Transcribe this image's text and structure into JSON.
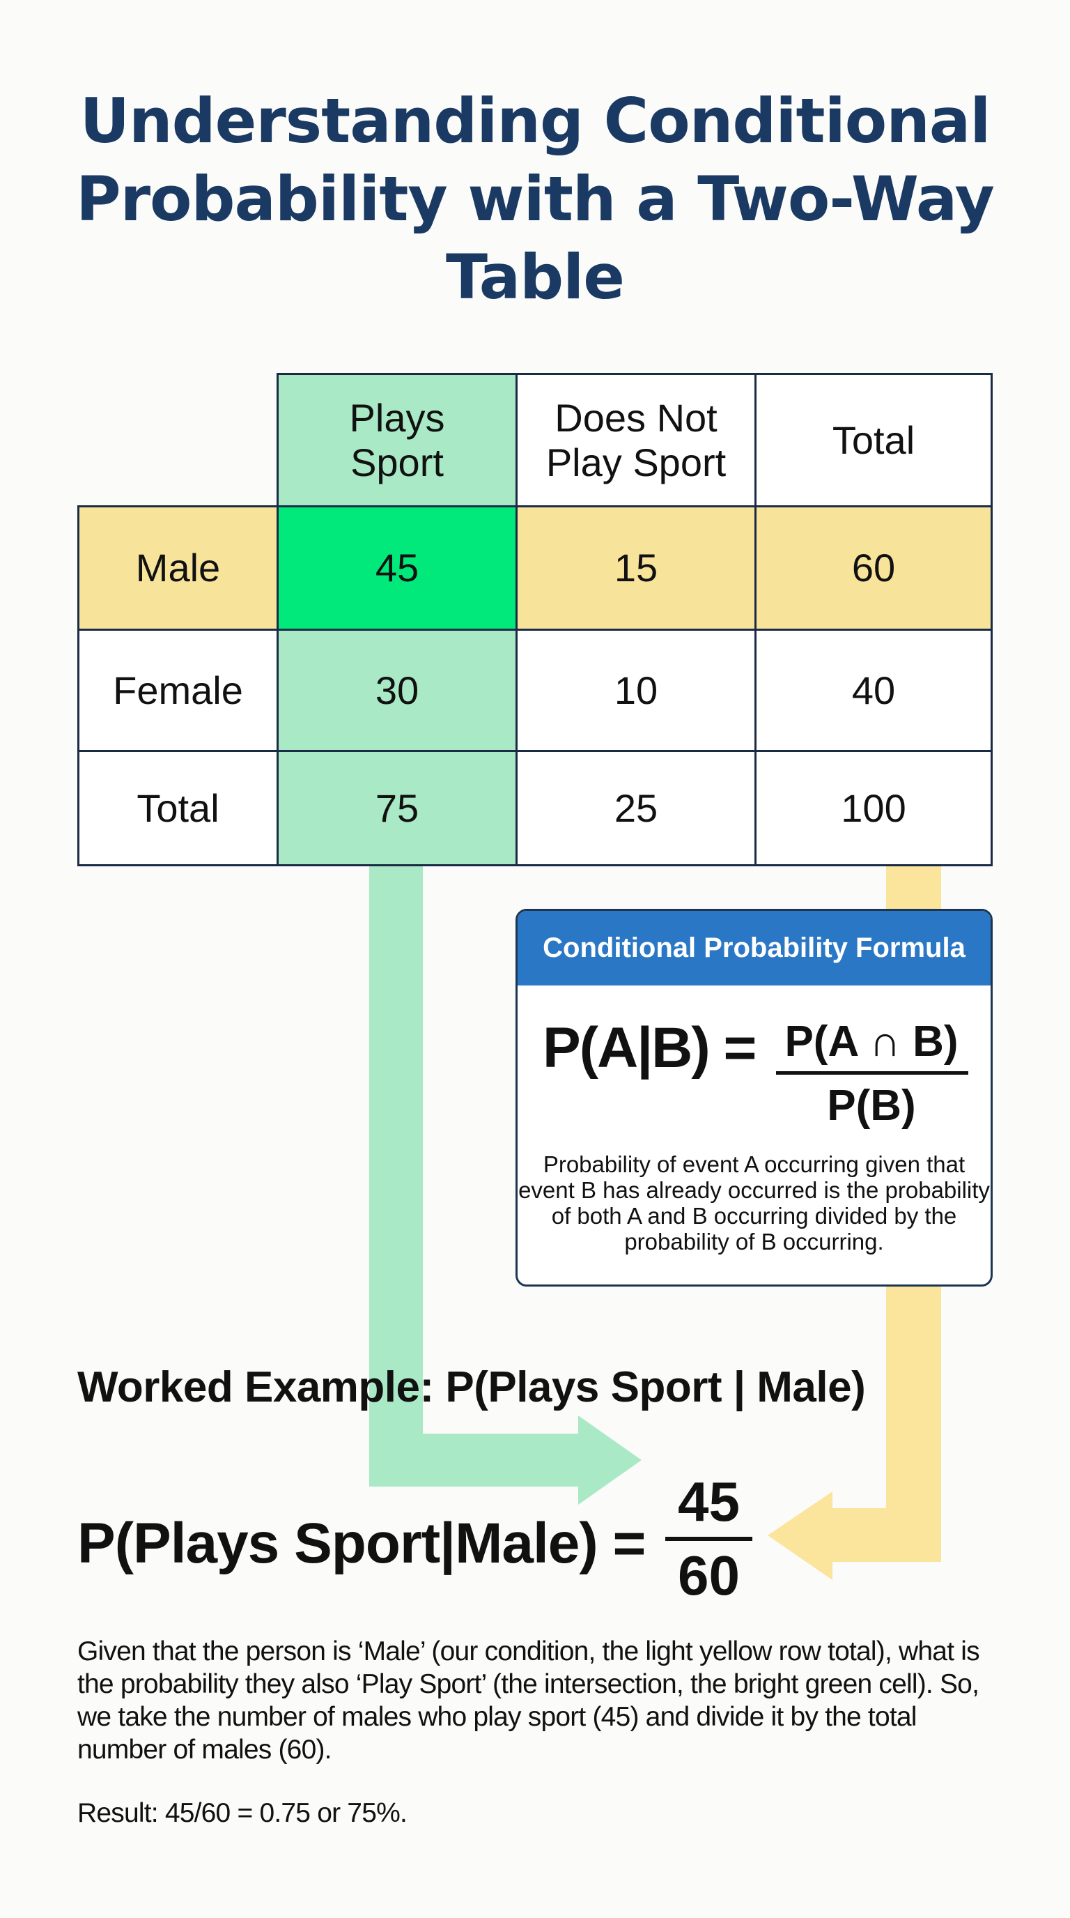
{
  "title": {
    "lines": [
      "Understanding Conditional",
      "Probability with a Two-Way",
      "Table"
    ]
  },
  "colors": {
    "title": "#1b3a63",
    "border": "#1a2b45",
    "light_green": "#a9e9c5",
    "bright_green": "#00e97a",
    "light_yellow": "#f8e39a",
    "formula_header": "#2a78c5"
  },
  "table": {
    "column_headers": [
      "",
      "Plays Sport",
      "Does Not Play Sport",
      "Total"
    ],
    "rows": [
      {
        "label": "Male",
        "values": [
          "45",
          "15",
          "60"
        ]
      },
      {
        "label": "Female",
        "values": [
          "30",
          "10",
          "40"
        ]
      },
      {
        "label": "Total",
        "values": [
          "75",
          "25",
          "100"
        ]
      }
    ],
    "highlight": {
      "column": "Plays Sport",
      "row": "Male",
      "intersection": "45"
    }
  },
  "formula_box": {
    "header": "Conditional Probability Formula",
    "lhs": "P(A|B) =",
    "numerator": "P(A ∩ B)",
    "denominator": "P(B)",
    "description": "Probability of event A occurring given that event B has already occurred is the probability of both A and B occurring divided by the probability of B occurring."
  },
  "worked_example": {
    "heading": "Worked Example: P(Plays Sport | Male)",
    "lhs": "P(Plays Sport|Male) =",
    "numerator": "45",
    "denominator": "60",
    "explanation": "Given that the person is ‘Male’ (our condition, the light yellow row total), what is the probability they also ‘Play Sport’ (the intersection, the bright green cell). So, we take the number of males who play sport (45) and divide it by the total number of males (60).",
    "result": "Result: 45/60 = 0.75 or 75%."
  },
  "chart_data": {
    "type": "table",
    "title": "Understanding Conditional Probability with a Two-Way Table",
    "columns": [
      "Plays Sport",
      "Does Not Play Sport",
      "Total"
    ],
    "rows": [
      "Male",
      "Female",
      "Total"
    ],
    "values": [
      [
        45,
        15,
        60
      ],
      [
        30,
        10,
        40
      ],
      [
        75,
        25,
        100
      ]
    ],
    "computed": {
      "P(Plays Sport|Male)": 0.75
    }
  }
}
